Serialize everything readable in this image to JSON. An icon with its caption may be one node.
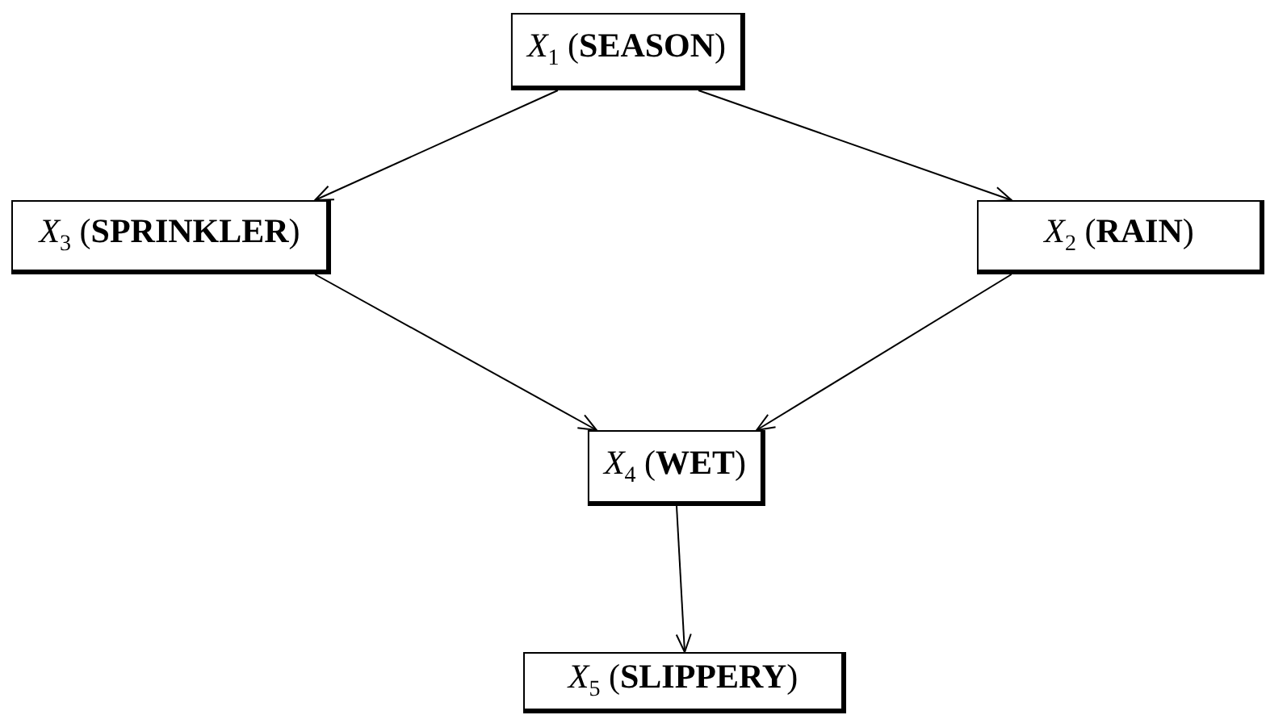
{
  "diagram": {
    "nodes": [
      {
        "text": [
          "*X*$_{1}$ (**SEASON**)"
        ]
      },
      {
        "text": [
          "*X*$_{3}$ (**SPRINKLER**)"
        ]
      },
      {
        "text": [
          "*X*$_{2}$ (**RAIN**)"
        ]
      },
      {
        "text": [
          "*X*$_{4}$ (**WET**)"
        ]
      },
      {
        "text": [
          "*X*$_{5}$ (**SLIPPERY**)"
        ]
      }
    ],
    "edges": [
      {
        "from": 0,
        "to": 1,
        "arrow": "to"
      },
      {
        "from": 0,
        "to": 2,
        "arrow": "to"
      },
      {
        "from": 1,
        "to": 3,
        "arrow": "to"
      },
      {
        "from": 2,
        "to": 3,
        "arrow": "to"
      },
      {
        "from": 3,
        "to": 4,
        "arrow": "to"
      }
    ]
  }
}
